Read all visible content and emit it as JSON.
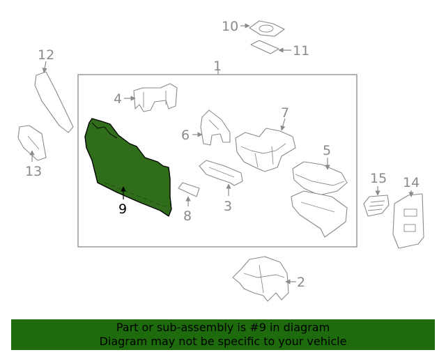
{
  "diagram": {
    "callouts": {
      "c1": "1",
      "c2": "2",
      "c3": "3",
      "c4": "4",
      "c5": "5",
      "c6": "6",
      "c7": "7",
      "c8": "8",
      "c9": "9",
      "c10": "10",
      "c11": "11",
      "c12": "12",
      "c13": "13",
      "c14": "14",
      "c15": "15"
    },
    "highlighted_part": "9",
    "highlight_color": "#2f6d1a",
    "line_color": "#8a8a8a"
  },
  "banner": {
    "line1": "Part or sub-assembly is #9 in diagram",
    "line2": "Diagram may not be specific to your vehicle",
    "background": "#1e6b0e"
  }
}
